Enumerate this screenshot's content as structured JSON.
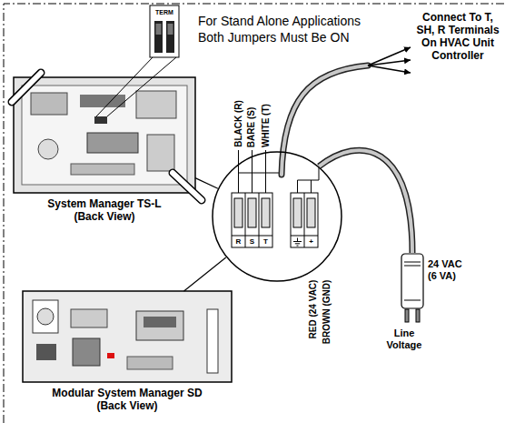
{
  "diagram": {
    "nodes": [
      {
        "text": [
          "System Manager TS-L (Back View)"
        ]
      },
      {
        "text": [
          "R",
          "S",
          "T",
          "+"
        ]
      },
      {
        "text": [
          "24 VAC (6 VA)"
        ]
      },
      {
        "text": [
          "Modular System Manager SD (Back View)"
        ]
      }
    ],
    "edges": [
      {
        "from": 0,
        "to": 1,
        "arrow": "none"
      },
      {
        "from": 3,
        "to": 1,
        "arrow": "none"
      },
      {
        "from": 1,
        "to": 2,
        "arrow": "none"
      }
    ],
    "labels": [
      "TERM",
      "For Stand Alone Applications Both Jumpers Must Be ON",
      "Connect To T, SH, R Terminals On HVAC Unit Controller",
      "BLACK (R)",
      "BARE (S)",
      "WHITE (T)",
      "RED (24 VAC)",
      "BROWN (GND)",
      "Line Voltage"
    ]
  }
}
